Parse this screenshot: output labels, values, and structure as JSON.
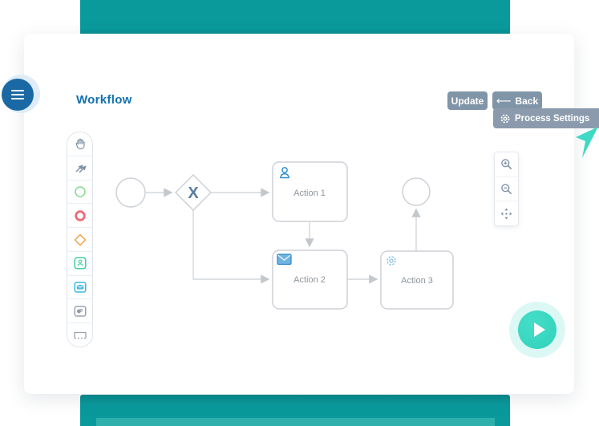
{
  "header": {
    "title": "Workflow",
    "update_label": "Update",
    "back_arrow": "⟵",
    "back_label": "Back"
  },
  "toolbar": {
    "process_settings_label": "Process Settings"
  },
  "palette": {
    "items": [
      "hand-tool",
      "connect-tool",
      "start-event",
      "end-event",
      "gateway",
      "user-task",
      "send-task",
      "service-task",
      "participant"
    ]
  },
  "zoom_controls": {
    "items": [
      "zoom-in",
      "zoom-out",
      "fit-viewport"
    ]
  },
  "diagram": {
    "nodes": [
      {
        "id": "start",
        "type": "start-event",
        "label": ""
      },
      {
        "id": "gateway",
        "type": "exclusive-gateway",
        "label": "X"
      },
      {
        "id": "action1",
        "type": "user-task",
        "label": "Action 1"
      },
      {
        "id": "action2",
        "type": "send-task",
        "label": "Action 2"
      },
      {
        "id": "action3",
        "type": "service-task",
        "label": "Action 3"
      },
      {
        "id": "end",
        "type": "end-event",
        "label": ""
      }
    ],
    "edges": [
      {
        "from": "start",
        "to": "gateway"
      },
      {
        "from": "gateway",
        "to": "action1"
      },
      {
        "from": "gateway",
        "to": "action2"
      },
      {
        "from": "action1",
        "to": "action2"
      },
      {
        "from": "action2",
        "to": "action3"
      },
      {
        "from": "action3",
        "to": "end"
      }
    ]
  },
  "colors": {
    "teal_band": "#0a9a9c",
    "teal_band_light": "#2fb0ac",
    "title_blue": "#1170b0",
    "button_gray": "#8195a8",
    "process_button_gray": "#8b9bad",
    "menu_blue": "#1a69a4",
    "play_teal": "#2fd2bb",
    "cursor_teal": "#3fd9c5",
    "diagram_stroke": "#cdd1d6",
    "node_label_gray": "#8f959b",
    "gateway_x_blue": "#5b7da0",
    "user_icon_blue": "#2f8ecb",
    "send_icon_blue": "#49bde4",
    "service_icon_blue": "#92c2e8",
    "palette_green": "#85d98a",
    "palette_red": "#ef6a76",
    "palette_orange": "#f1a442",
    "palette_teal": "#3ed0a0",
    "palette_cyan": "#3bb7e2"
  }
}
